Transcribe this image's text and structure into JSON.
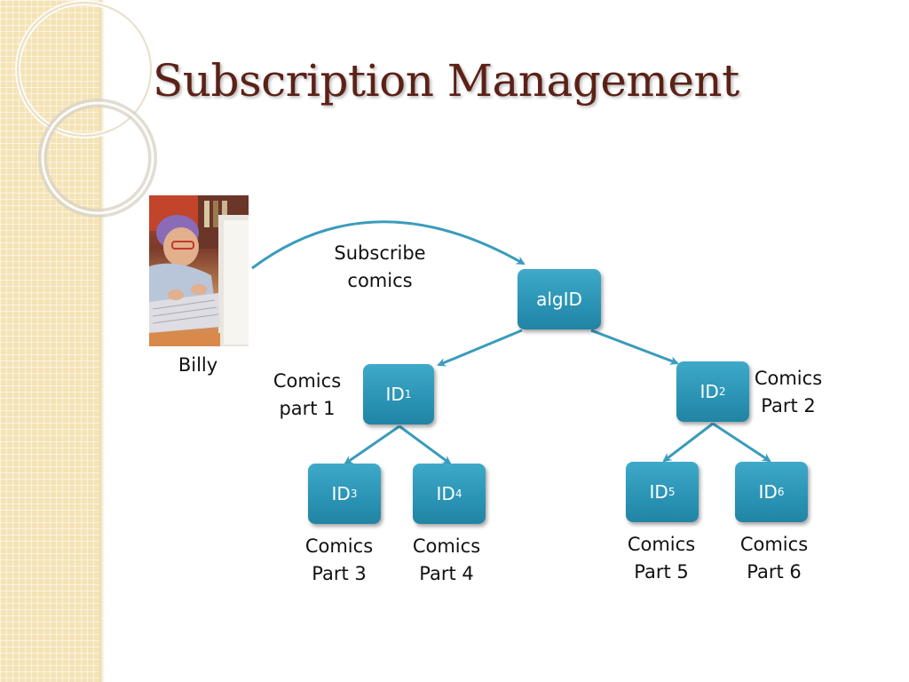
{
  "slide": {
    "title": "Subscription Management"
  },
  "user": {
    "name": "Billy"
  },
  "edge_label": {
    "line1": "Subscribe",
    "line2": "comics"
  },
  "nodes": {
    "root": {
      "label": "algID"
    },
    "id1": {
      "base": "ID",
      "sub": "1"
    },
    "id2": {
      "base": "ID",
      "sub": "2"
    },
    "id3": {
      "base": "ID",
      "sub": "3"
    },
    "id4": {
      "base": "ID",
      "sub": "4"
    },
    "id5": {
      "base": "ID",
      "sub": "5"
    },
    "id6": {
      "base": "ID",
      "sub": "6"
    }
  },
  "captions": {
    "id1": {
      "line1": "Comics",
      "line2": "part 1"
    },
    "id2": {
      "line1": "Comics",
      "line2": "Part 2"
    },
    "id3": {
      "line1": "Comics",
      "line2": "Part 3"
    },
    "id4": {
      "line1": "Comics",
      "line2": "Part 4"
    },
    "id5": {
      "line1": "Comics",
      "line2": "Part 5"
    },
    "id6": {
      "line1": "Comics",
      "line2": "Part 6"
    }
  },
  "colors": {
    "node_fill": "#2a93b4",
    "arrow": "#3a9cbc",
    "title": "#5b2117",
    "side_panel": "#f4e3b5"
  }
}
